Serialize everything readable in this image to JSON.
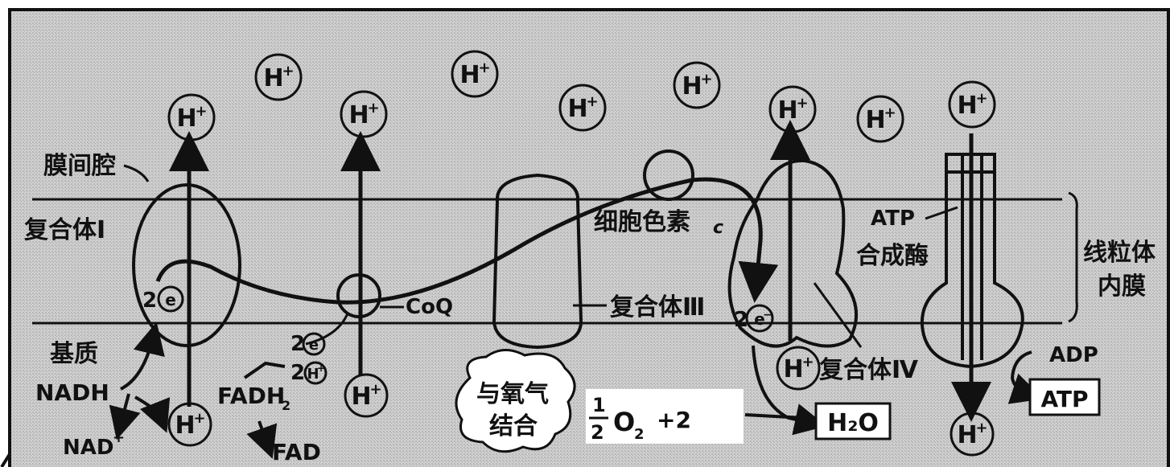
{
  "labels": {
    "intermembrane_space": "膜间腔",
    "complex_1": "复合体Ⅰ",
    "matrix": "基质",
    "nadh": "NADH",
    "nad_plus": "NAD",
    "fadh2": "FADH",
    "fadh2_sub": "2",
    "fad": "FAD",
    "coq": "CoQ",
    "complex_3": "复合体Ⅲ",
    "cytochrome_c": "细胞色素",
    "cytochrome_c_letter": "c",
    "complex_4": "复合体Ⅳ",
    "atp_synthase_1": "ATP",
    "atp_synthase_2": "合成酶",
    "inner_membrane_1": "线粒体",
    "inner_membrane_2": "内膜",
    "oxygen_bubble_1": "与氧气",
    "oxygen_bubble_2": "结合",
    "two": "2",
    "electron": "e",
    "proton": "H",
    "plus": "+",
    "minus": "−",
    "half_num": "1",
    "half_den": "2",
    "o2": "O",
    "o2_sub": "2",
    "plus_two": "+2",
    "water": "H₂O",
    "adp": "ADP",
    "atp": "ATP"
  }
}
